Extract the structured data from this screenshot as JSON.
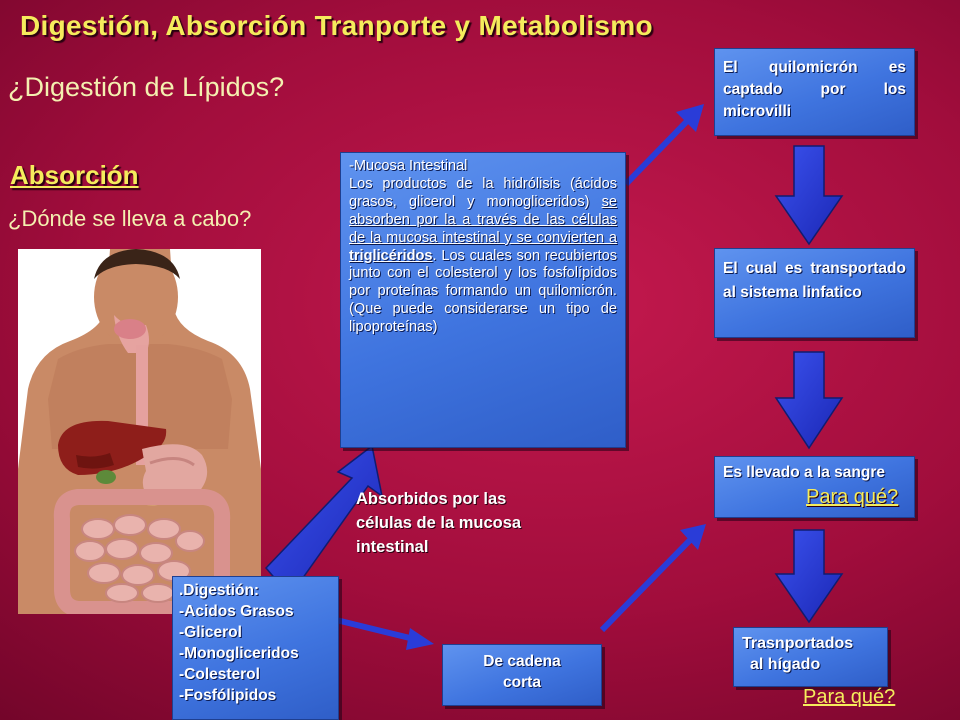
{
  "slide": {
    "title": "Digestión, Absorción Tranporte  y Metabolismo",
    "question": "¿Digestión de Lípidos?",
    "section": "Absorción",
    "where_question": "¿Dónde se lleva a cabo?"
  },
  "boxes": {
    "mucosa": {
      "heading": "-Mucosa Intestinal",
      "part1": "Los productos de la hidrólisis (ácidos grasos, glicerol y monogliceridos) ",
      "part2_underlined": "se absorben por la a través de las células de la mucosa intestinal y se convierten a ",
      "part3_bold": "triglicéridos",
      "part4": ". Los cuales son recubiertos junto con el colesterol y los fosfolípidos por proteínas formando un quilomicrón. (Que puede considerarse un tipo de lipoproteínas)"
    },
    "quilomicron": "El quilomicrón es captado por los microvilli",
    "linfatico": "El cual es transportado al sistema linfatico",
    "sangre": "Es llevado a la sangre",
    "higado_line1": "Trasnportados",
    "higado_line2": "al hígado",
    "cadena_corta_line1": "De cadena",
    "cadena_corta_line2": "corta",
    "digestion": {
      "heading": ".Digestión:",
      "items": [
        "-Acidos Grasos",
        "-Glicerol",
        "-Monogliceridos",
        "-Colesterol",
        "-Fosfólipidos"
      ]
    }
  },
  "captions": {
    "absorbidos": "Absorbidos por las células de la mucosa intestinal",
    "para_que_1": "Para qué?",
    "para_que_2": "Para qué?"
  },
  "colors": {
    "title_yellow": "#f5ec5c",
    "text_cream": "#f4f0b0",
    "box_blue": "#4a7fe6",
    "arrow_blue": "#2a3cd8"
  },
  "icons": [
    "anatomy-illustration"
  ]
}
